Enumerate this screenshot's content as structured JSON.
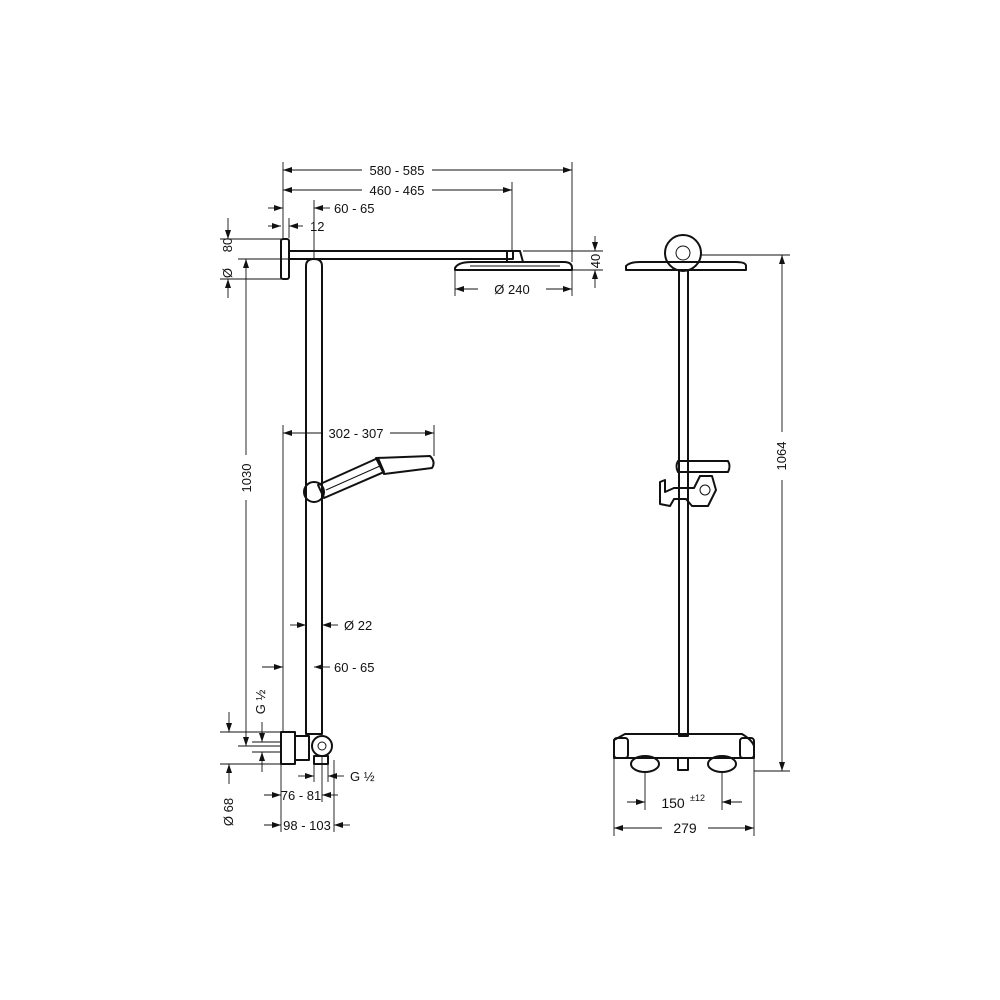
{
  "diagram": {
    "side_view": {
      "overall_width": "580 - 585",
      "arm_length": "460 - 465",
      "wall_offset_top": "60 - 65",
      "flange_thickness": "12",
      "flange_height": "80",
      "flange_diameter_symbol": "Ø",
      "head_height": "40",
      "head_diameter": "Ø 240",
      "total_height": "1030",
      "hand_shower_reach": "302 - 307",
      "rail_diameter": "Ø 22",
      "wall_offset_bottom": "60 - 65",
      "inlet_thread_left": "G ½",
      "inlet_thread_bottom": "G ½",
      "valve_diameter": "Ø 68",
      "valve_depth": "76 - 81",
      "valve_total_depth": "98 - 103"
    },
    "front_view": {
      "total_height": "1064",
      "inlet_spacing": "150",
      "inlet_spacing_tolerance": "±12",
      "mixer_width": "279"
    }
  }
}
